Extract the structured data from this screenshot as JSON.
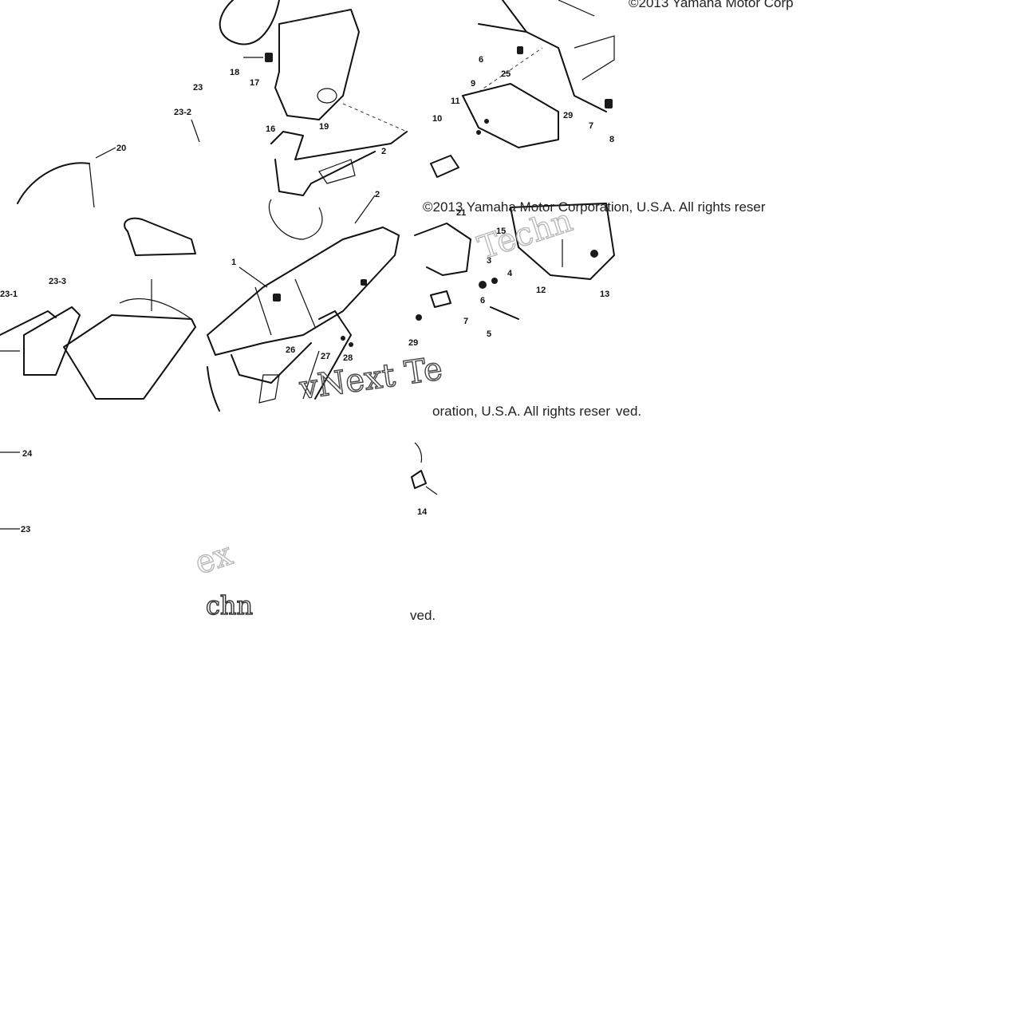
{
  "diagram": {
    "copyright_notices": [
      "©2013 Yamaha Motor Corp",
      "©2013 Yamaha Motor Corporation, U.S.A. All rights reser",
      "oration, U.S.A. All rights reser",
      "ved.",
      "ved."
    ],
    "watermark_fragments": [
      "Techn",
      "vNext Te",
      "ex",
      "chn"
    ],
    "part_labels": [
      "1",
      "2",
      "2",
      "3",
      "4",
      "5",
      "6",
      "6",
      "7",
      "7",
      "8",
      "9",
      "10",
      "11",
      "12",
      "13",
      "14",
      "15",
      "16",
      "17",
      "18",
      "19",
      "20",
      "21",
      "23",
      "23",
      "23-1",
      "23-2",
      "23-3",
      "24",
      "25",
      "26",
      "27",
      "28",
      "29",
      "29"
    ]
  }
}
